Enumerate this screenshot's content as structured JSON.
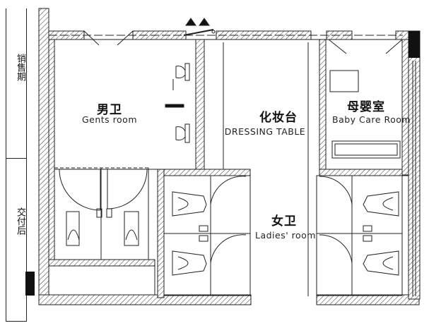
{
  "sidebar": {
    "top_label": "销售期",
    "bottom_label": "交付后"
  },
  "rooms": {
    "gents": {
      "cn": "男卫",
      "en": "Gents room"
    },
    "dressing": {
      "cn": "化妆台",
      "en": "DRESSING TABLE"
    },
    "baby_care": {
      "cn": "母婴室",
      "en": "Baby Care Room"
    },
    "ladies": {
      "cn": "女卫",
      "en": "Ladies' room"
    }
  }
}
